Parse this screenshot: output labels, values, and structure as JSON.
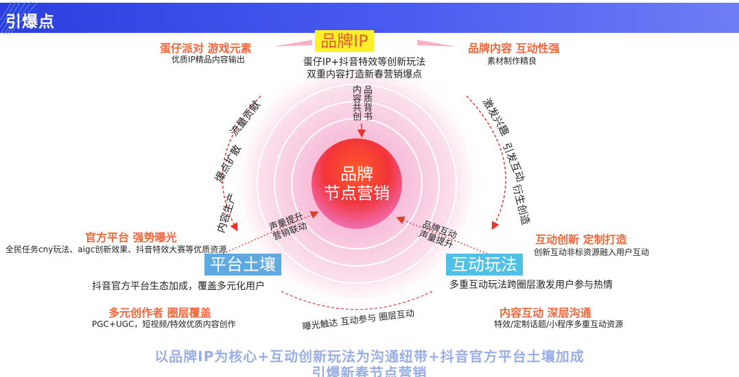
{
  "header": {
    "title": "引爆点"
  },
  "tags": {
    "brand": "品牌IP",
    "platform": "平台土壤",
    "interact": "互动玩法"
  },
  "center": {
    "line1": "品牌",
    "line2": "节点营销"
  },
  "brand_desc": {
    "line1": "蛋仔IP+抖音特效等创新玩法",
    "line2": "双重内容打造新春营销爆点"
  },
  "brand_arrow": {
    "col1": "品质背书",
    "col2": "内容共创"
  },
  "top_left": {
    "title": "蛋仔派对 游戏元素",
    "desc": "优质IP精品内容输出"
  },
  "top_right": {
    "title": "品牌内容 互动性强",
    "desc": "素材制作精良"
  },
  "mid_left": {
    "title": "官方平台 强势曝光",
    "desc": "全民任务cny玩法、aigc创新效果、抖音特效大赛等优质资源"
  },
  "mid_right": {
    "title": "互动创新 定制打造",
    "desc": "创新互动非标资源融入用户互动"
  },
  "platform_desc": "抖音官方平台生态加成，覆盖多元化用户",
  "interact_desc": "多重互动玩法跨圈层激发用户参与热情",
  "bottom_left": {
    "title": "多元创作者 圈层覆盖",
    "desc": "PGC+UGC，短视频/特效优质内容创作"
  },
  "bottom_right": {
    "title": "内容互动 深层沟通",
    "desc": "特效/定制话题/小程序多重互动资源"
  },
  "arc_left": [
    "内容生产",
    "爆点扩散",
    "流量贡献"
  ],
  "arc_right": [
    "激发兴趣",
    "引发互动",
    "衍生创造"
  ],
  "arc_bottom": "曝光触达 互动参与 圈层互动",
  "arrow_left_label": {
    "line1": "声量提升",
    "line2": "营销联动"
  },
  "arrow_right_label": {
    "line1": "品牌互动",
    "line2": "声量提升"
  },
  "footer": {
    "line1": "以品牌IP为核心+互动创新玩法为沟通纽带+抖音官方平台土壤加成",
    "line2": "引爆新春节点营销"
  },
  "colors": {
    "header": "#2b3fe0",
    "accent_orange": "#f2663a",
    "core_red": "#f0352a",
    "ring_pink": "#f6b3d3",
    "footer_text": "#9aaee6"
  }
}
